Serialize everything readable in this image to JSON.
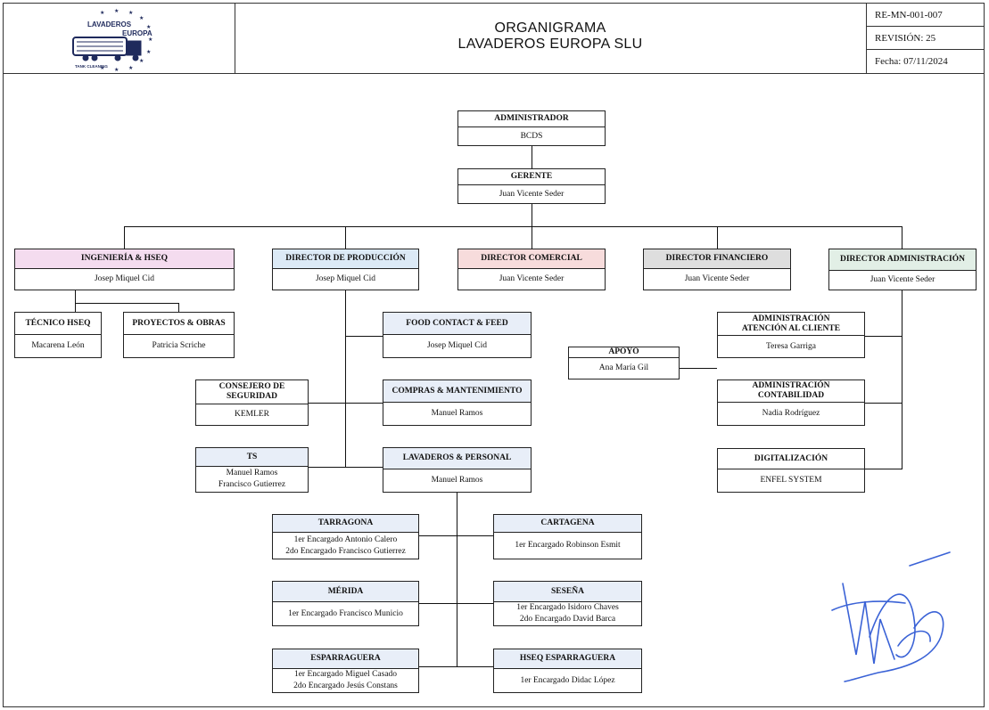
{
  "logo": {
    "text_top": "LAVADEROS",
    "text_right": "EUROPA",
    "text_bottom": "TANK CLEANING"
  },
  "header": {
    "title": "ORGANIGRAMA",
    "subtitle": "LAVADEROS EUROPA SLU",
    "code": "RE-MN-001-007",
    "revision": "REVISIÓN: 25",
    "date": "Fecha: 07/11/2024"
  },
  "nodes": {
    "administrador": {
      "title": "ADMINISTRADOR",
      "lines": [
        "BCDS"
      ]
    },
    "gerente": {
      "title": "GERENTE",
      "lines": [
        "Juan Vicente Seder"
      ]
    },
    "ingenieria": {
      "title": "INGENIERÍA & HSEQ",
      "lines": [
        "Josep Miquel Cid"
      ],
      "color": "#f4dcef"
    },
    "produccion": {
      "title": "DIRECTOR DE PRODUCCIÓN",
      "lines": [
        "Josep Miquel Cid"
      ],
      "color": "#dceaf6"
    },
    "comercial": {
      "title": "DIRECTOR COMERCIAL",
      "lines": [
        "Juan Vicente Seder"
      ],
      "color": "#f7dcdc"
    },
    "financiero": {
      "title": "DIRECTOR FINANCIERO",
      "lines": [
        "Juan Vicente Seder"
      ],
      "color": "#dedede"
    },
    "administracion": {
      "title": "DIRECTOR ADMINISTRACIÓN",
      "lines": [
        "Juan Vicente Seder"
      ],
      "color": "#e2efe6"
    },
    "tecnico_hseq": {
      "title": "TÉCNICO HSEQ",
      "lines": [
        "Macarena León"
      ]
    },
    "proyectos": {
      "title": "PROYECTOS & OBRAS",
      "lines": [
        "Patricia Scriche"
      ]
    },
    "food_contact": {
      "title": "FOOD CONTACT & FEED",
      "lines": [
        "Josep Miquel Cid"
      ]
    },
    "consejero": {
      "title_lines": [
        "CONSEJERO DE",
        "SEGURIDAD"
      ],
      "lines": [
        "KEMLER"
      ]
    },
    "compras": {
      "title": "COMPRAS & MANTENIMIENTO",
      "lines": [
        "Manuel Ramos"
      ]
    },
    "ts": {
      "title": "TS",
      "lines": [
        "Manuel Ramos",
        "Francisco Gutierrez"
      ]
    },
    "lavaderos": {
      "title": "LAVADEROS & PERSONAL",
      "lines": [
        "Manuel Ramos"
      ]
    },
    "apoyo": {
      "title": "APOYO",
      "lines": [
        "Ana María Gil"
      ]
    },
    "atencion": {
      "title_lines": [
        "ADMINISTRACIÓN",
        "ATENCIÓN AL CLIENTE"
      ],
      "lines": [
        "Teresa Garriga"
      ]
    },
    "contabilidad": {
      "title": "ADMINISTRACIÓN  CONTABILIDAD",
      "lines": [
        "Nadia Rodríguez"
      ]
    },
    "digitalizacion": {
      "title": "DIGITALIZACIÓN",
      "lines": [
        "ENFEL SYSTEM"
      ]
    },
    "tarragona": {
      "title": "TARRAGONA",
      "lines": [
        "1er Encargado Antonio Calero",
        "2do Encargado Francisco Gutierrez"
      ]
    },
    "cartagena": {
      "title": "CARTAGENA",
      "lines": [
        "1er Encargado  Robinson Esmit"
      ]
    },
    "merida": {
      "title": "MÉRIDA",
      "lines": [
        "1er Encargado  Francisco Municio"
      ]
    },
    "sesena": {
      "title": "SESEÑA",
      "lines": [
        "1er Encargado Isidoro Chaves",
        "2do Encargado David Barca"
      ]
    },
    "esparraguera": {
      "title": "ESPARRAGUERA",
      "lines": [
        "1er Encargado Miguel Casado",
        "2do Encargado Jesús Constans"
      ]
    },
    "hseq_esparraguera": {
      "title": "HSEQ ESPARRAGUERA",
      "lines": [
        "1er Encargado Didac López"
      ]
    }
  }
}
